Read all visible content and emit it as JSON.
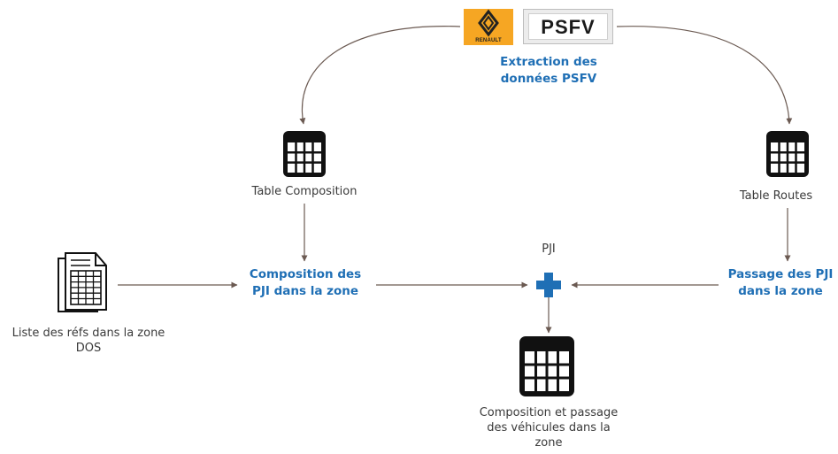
{
  "logos": {
    "renault_text": "RENAULT",
    "psfv_text": "PSFV"
  },
  "nodes": {
    "extraction": [
      "Extraction des",
      "données PSFV"
    ],
    "table_composition": "Table Composition",
    "table_routes": "Table Routes",
    "liste_refs": [
      "Liste des réfs dans la zone",
      "DOS"
    ],
    "composition_pji": [
      "Composition des",
      "PJI dans la zone"
    ],
    "pji": "PJI",
    "passage_pji": [
      "Passage des PJI",
      "dans la zone"
    ],
    "result": [
      "Composition et passage",
      "des véhicules dans la",
      "zone"
    ]
  },
  "colors": {
    "accent_text": "#1f6fb5",
    "plus": "#1f6fb5",
    "arrows": "#6b5a52",
    "icons": "#111111"
  },
  "icons": [
    "table-composition-icon",
    "table-routes-icon",
    "document-icon",
    "plus-icon",
    "result-table-icon",
    "renault-logo",
    "psfv-logo"
  ]
}
